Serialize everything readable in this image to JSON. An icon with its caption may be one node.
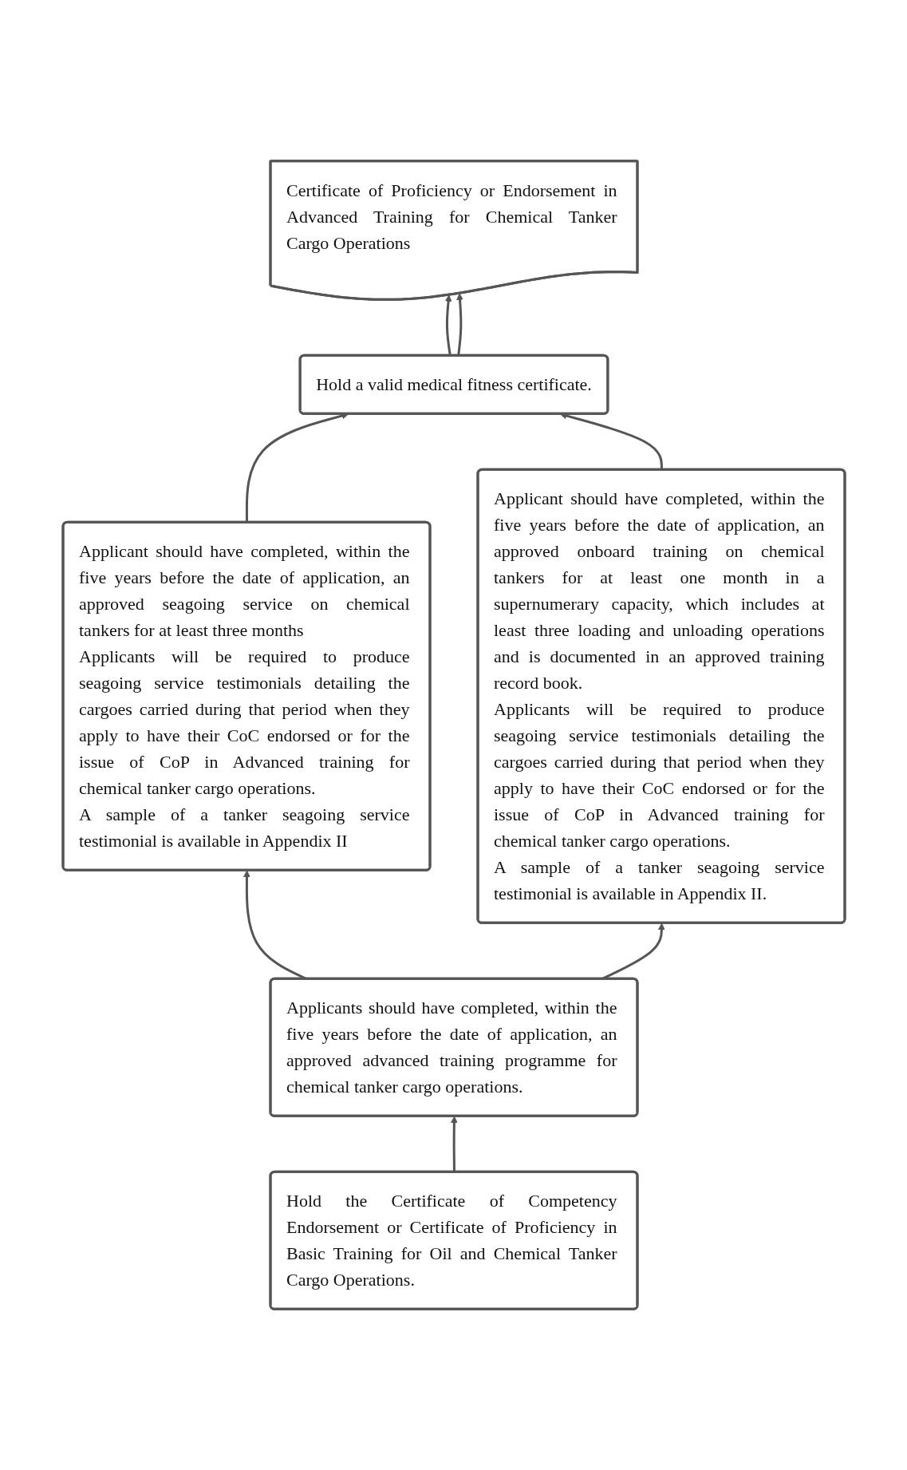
{
  "diagram": {
    "nodes": [
      {
        "text": [
          "Certificate of Proficiency or Endorsement in Advanced Training for Chemical Tanker Cargo Operations"
        ]
      },
      {
        "text": [
          "Hold a valid medical fitness certificate."
        ]
      },
      {
        "text": [
          "Applicant should have completed, within the five years before the date of application, an approved seagoing service on chemical tankers for at least three months",
          "Applicants will be required to produce seagoing service testimonials detailing the cargoes carried during that period when they apply to have their CoC endorsed or for the issue of CoP in Advanced training for chemical tanker cargo operations.",
          "A sample of a tanker seagoing service testimonial is available in Appendix II"
        ]
      },
      {
        "text": [
          "Applicant should have completed, within the five years before the date of application, an approved onboard training on chemical tankers for at least one month in a supernumerary capacity, which includes at least three loading and unloading operations and is documented in an approved training record book.",
          "Applicants will be required to produce seagoing service testimonials detailing the cargoes carried during that period when they apply to have their CoC endorsed or for the issue of CoP in Advanced training for chemical tanker cargo operations.",
          "A sample of a tanker seagoing service testimonial is available in Appendix II."
        ]
      },
      {
        "text": [
          "Applicants should have completed, within the five years before the date of application, an approved advanced training programme for chemical tanker cargo operations."
        ]
      },
      {
        "text": [
          "Hold the Certificate of Competency Endorsement or Certificate of Proficiency in Basic Training for Oil and Chemical Tanker Cargo Operations."
        ]
      }
    ],
    "edges": [
      {
        "from": 5,
        "to": 4,
        "arrow": "to"
      },
      {
        "from": 4,
        "to": 2,
        "arrow": "to"
      },
      {
        "from": 4,
        "to": 3,
        "arrow": "to"
      },
      {
        "from": 2,
        "to": 1,
        "arrow": "to"
      },
      {
        "from": 3,
        "to": 1,
        "arrow": "to"
      },
      {
        "from": 1,
        "to": 0,
        "arrow": "to"
      },
      {
        "from": 1,
        "to": 0,
        "arrow": "to"
      }
    ]
  }
}
